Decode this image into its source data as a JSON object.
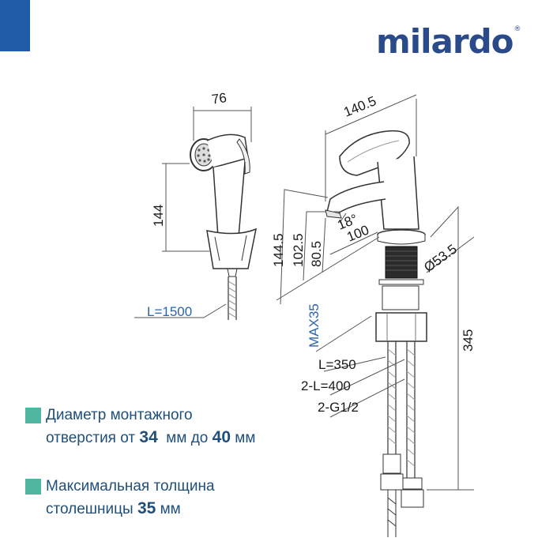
{
  "brand": {
    "name": "milardo",
    "registered": "®"
  },
  "colors": {
    "brand_blue": "#1f5ba6",
    "logo": "#2a4a8a",
    "accent_square": "#4fb6a0",
    "text": "#1f4f7a",
    "callout_blue": "#2a64b0"
  },
  "shower_dims": {
    "width": "76",
    "height": "144",
    "hose": "L=1500"
  },
  "mixer_dims": {
    "reach": "140.5",
    "height_total": "144.5",
    "height_spout": "102.5",
    "height_outlet": "80.5",
    "angle": "18°",
    "spout_depth": "100",
    "diameter": "Ø53.5",
    "max_thickness": "MAX35",
    "hose_length": "345",
    "hose1": "L=350",
    "hose2": "2-L=400",
    "connection": "2-G1/2"
  },
  "notes": [
    {
      "line1": "Диаметр монтажного",
      "l2_pre": "отверстия от ",
      "v1": "34",
      "l2_mid": "  мм до ",
      "v2": "40",
      "l2_post": " мм"
    },
    {
      "line1": "Максимальная толщина",
      "l2_pre": "столешницы ",
      "v1": "35",
      "l2_post": " мм"
    }
  ]
}
